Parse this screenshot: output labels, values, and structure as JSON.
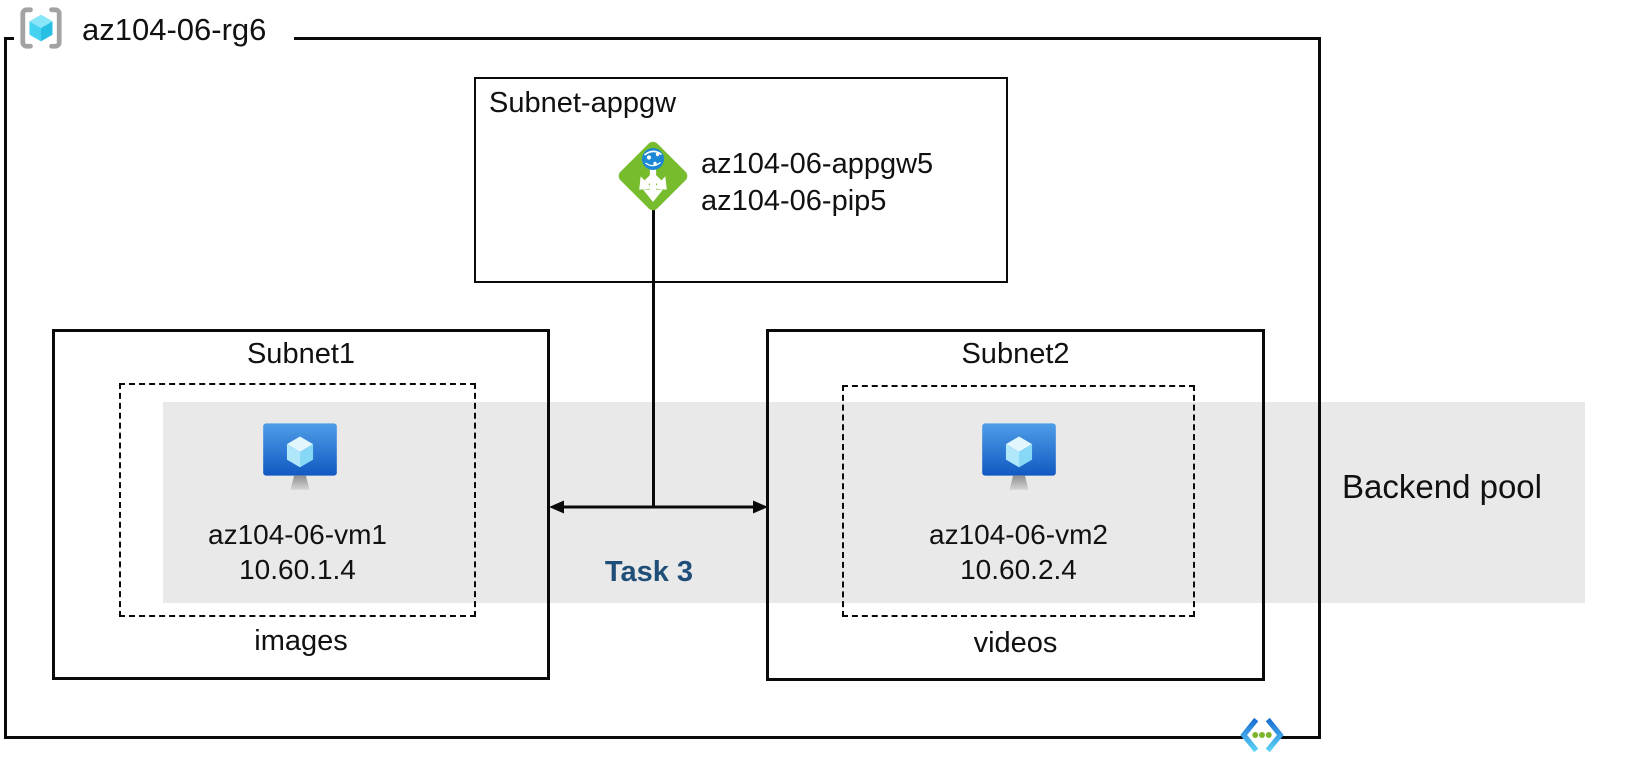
{
  "resource_group": {
    "label": "az104-06-rg6"
  },
  "appgw_subnet": {
    "title": "Subnet-appgw",
    "gateway_name": "az104-06-appgw5",
    "public_ip": "az104-06-pip5"
  },
  "subnet1": {
    "title": "Subnet1",
    "vm_name": "az104-06-vm1",
    "vm_ip": "10.60.1.4",
    "app_label": "images"
  },
  "subnet2": {
    "title": "Subnet2",
    "vm_name": "az104-06-vm2",
    "vm_ip": "10.60.2.4",
    "app_label": "videos"
  },
  "backend_pool": {
    "label": "Backend pool"
  },
  "task": {
    "label": "Task 3"
  },
  "icons": {
    "resource_group": "resource-group-icon",
    "application_gateway": "application-gateway-icon",
    "virtual_machine": "virtual-machine-icon",
    "virtual_network": "virtual-network-icon"
  },
  "colors": {
    "backend_pool_band": "#e9e9e9",
    "task_label": "#1f4e79",
    "border": "#0a0a0a",
    "appgw_green": "#76bc2d",
    "globe_blue": "#1c87d4",
    "vm_screen_top": "#4f9ee8",
    "vm_screen_bottom": "#1159c2",
    "rg_cube_cyan": "#45d2f0",
    "vnet_dot_green": "#7cb52c"
  }
}
